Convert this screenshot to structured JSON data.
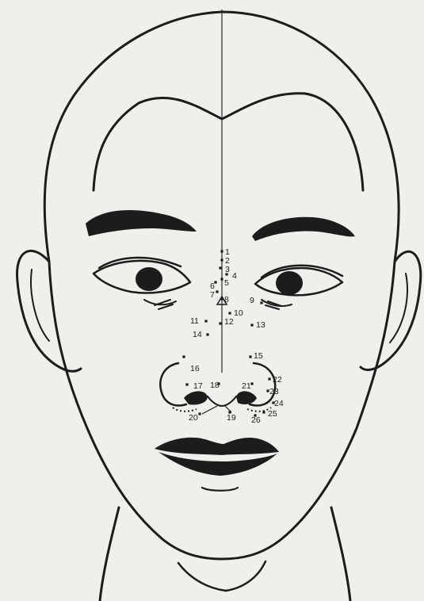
{
  "figure": {
    "subject": "front face with nose point locations"
  },
  "points": [
    {
      "id": "1",
      "label": "1"
    },
    {
      "id": "2",
      "label": "2"
    },
    {
      "id": "3",
      "label": "3"
    },
    {
      "id": "4",
      "label": "4"
    },
    {
      "id": "5",
      "label": "5"
    },
    {
      "id": "6",
      "label": "6"
    },
    {
      "id": "7",
      "label": "7"
    },
    {
      "id": "8",
      "label": "8"
    },
    {
      "id": "9",
      "label": "9"
    },
    {
      "id": "10",
      "label": "10"
    },
    {
      "id": "11",
      "label": "11"
    },
    {
      "id": "12",
      "label": "12"
    },
    {
      "id": "13",
      "label": "13"
    },
    {
      "id": "14",
      "label": "14"
    },
    {
      "id": "15",
      "label": "15"
    },
    {
      "id": "16",
      "label": "16"
    },
    {
      "id": "17",
      "label": "17"
    },
    {
      "id": "18",
      "label": "18"
    },
    {
      "id": "19",
      "label": "19"
    },
    {
      "id": "20",
      "label": "20"
    },
    {
      "id": "21",
      "label": "21"
    },
    {
      "id": "22",
      "label": "22"
    },
    {
      "id": "23",
      "label": "23"
    },
    {
      "id": "24",
      "label": "24"
    },
    {
      "id": "25",
      "label": "25"
    },
    {
      "id": "26",
      "label": "26"
    }
  ]
}
